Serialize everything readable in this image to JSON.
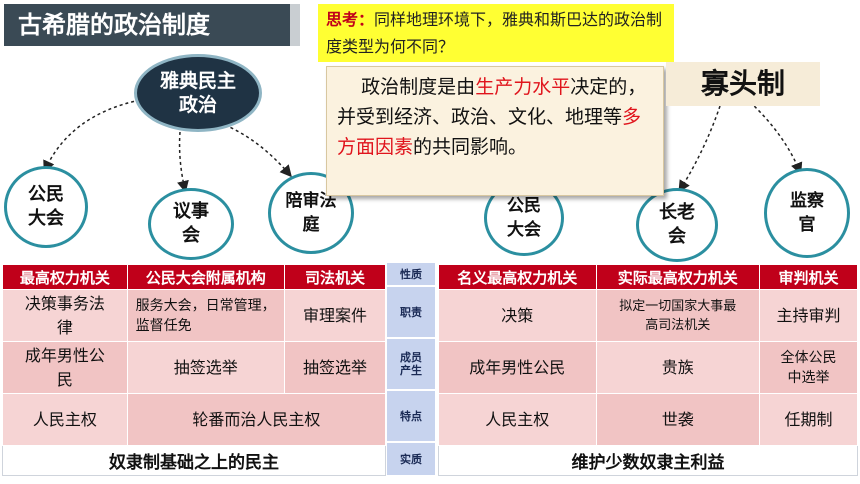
{
  "title": "古希腊的政治制度",
  "think": {
    "label": "思考：",
    "text": "同样地理环境下，雅典和斯巴达的政治制度类型为何不同？"
  },
  "note": {
    "p1": "政治制度是由",
    "r1": "生产力水平",
    "p2": "决定的，并受到经济、政治、文化、地理等",
    "r2": "多方面因素",
    "p3": "的共同影响。"
  },
  "oligarchy": "寡头制",
  "athens": {
    "center": "雅典民主政治",
    "organs": [
      "公民大会",
      "议事会",
      "陪审法庭"
    ]
  },
  "sparta": {
    "organs": [
      "公民大会",
      "长老会",
      "监察官"
    ]
  },
  "middle_labels": [
    "性质",
    "职责",
    "成员产生",
    "特点",
    "实质"
  ],
  "left_table": {
    "headers": [
      "最高权力机关",
      "公民大会附属机构",
      "司法机关"
    ],
    "rows": [
      [
        "决策事务法律",
        "服务大会，日常管理，监督任免",
        "审理案件"
      ],
      [
        "成年男性公民",
        "抽签选举",
        "抽签选举"
      ],
      [
        "人民主权",
        "轮番而治人民主权"
      ]
    ],
    "footer": "奴隶制基础之上的民主"
  },
  "right_table": {
    "headers": [
      "名义最高权力机关",
      "实际最高权力机关",
      "审判机关"
    ],
    "rows": [
      [
        "决策",
        "拟定一切国家大事最高司法机关",
        "主持审判"
      ],
      [
        "成年男性公民",
        "贵族",
        "全体公民中选举"
      ],
      [
        "人民主权",
        "世袭",
        "任期制"
      ]
    ],
    "footer": "维护少数奴隶主利益"
  },
  "colors": {
    "header_red": "#c0001a",
    "title_bg": "#3a4a55",
    "highlight": "#ffff33",
    "note_red": "#e0141c"
  }
}
